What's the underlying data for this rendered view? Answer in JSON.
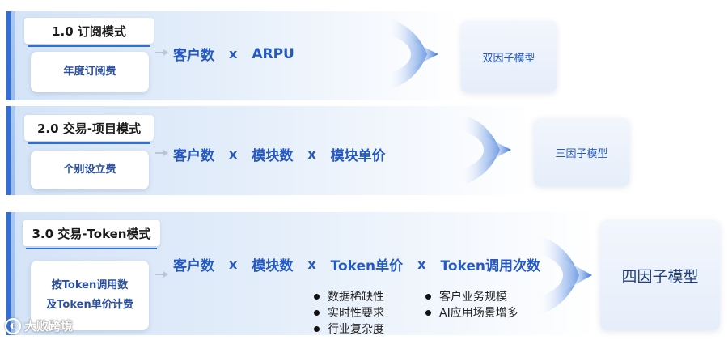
{
  "rows": [
    {
      "title": "1.0 订阅模式",
      "sub": "年度订阅费",
      "formula": [
        "客户数",
        "ARPU"
      ],
      "model": "双因子模型"
    },
    {
      "title": "2.0 交易-项目模式",
      "sub": "个别设立费",
      "formula": [
        "客户数",
        "模块数",
        "模块单价"
      ],
      "model": "三因子模型"
    },
    {
      "title": "3.0 交易-Token模式",
      "sub_line1": "按Token调用数",
      "sub_line2": "及Token单价计费",
      "formula": [
        "客户数",
        "模块数",
        "Token单价",
        "Token调用次数"
      ],
      "model": "四因子模型",
      "bullets_left": [
        "数据稀缺性",
        "实时性要求",
        "行业复杂度"
      ],
      "bullets_right": [
        "客户业务规模",
        "AI应用场景增多"
      ]
    }
  ],
  "operator": "x",
  "watermark": "大败跨境",
  "colors": {
    "accent": "#2f6fd8",
    "formula": "#2459c4",
    "band": "#d4e3f7"
  }
}
